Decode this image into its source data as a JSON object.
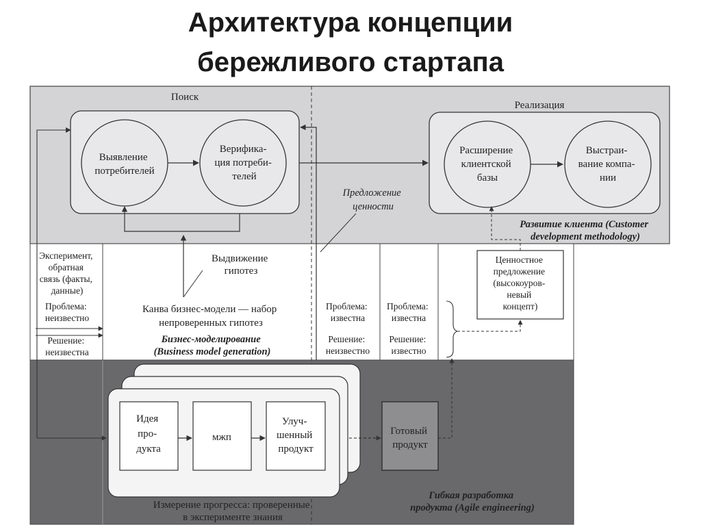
{
  "slide": {
    "title_line1": "Архитектура концепции",
    "title_line2": "бережливого стартапа"
  },
  "colors": {
    "search_bg": "#d4d4d6",
    "agile_bg": "#69696b",
    "panel_bg": "#e8e8ea",
    "line": "#333333"
  },
  "diagram": {
    "search": {
      "label": "Поиск",
      "circle1": [
        "Выявление",
        "потребителей"
      ],
      "circle2": [
        "Верифика-",
        "ция потреби-",
        "телей"
      ]
    },
    "execution": {
      "label": "Реализация",
      "circle1": [
        "Расширение",
        "клиентской",
        "базы"
      ],
      "circle2": [
        "Выстраи-",
        "вание компа-",
        "нии"
      ]
    },
    "value_proposition": [
      "Предложение",
      "ценности"
    ],
    "customer_dev": [
      "Развитие клиента (Customer",
      "development methodology)"
    ],
    "left_labels": {
      "feedback": [
        "Эксперимент,",
        "обратная",
        "связь (факты,",
        "данные)"
      ],
      "problem_unknown": [
        "Проблема:",
        "неизвестно"
      ],
      "solution_unknown": [
        "Решение:",
        "неизвестна"
      ]
    },
    "hypotheses": [
      "Выдвижение",
      "гипотез"
    ],
    "canvas": [
      "Канва бизнес-модели — набор",
      "непроверенных гипотез"
    ],
    "bmg": [
      "Бизнес-моделирование",
      "(Business model generation)"
    ],
    "col1": {
      "problem": [
        "Проблема:",
        "известна"
      ],
      "solution": [
        "Решение:",
        "неизвестно"
      ]
    },
    "col2": {
      "problem": [
        "Проблема:",
        "известна"
      ],
      "solution": [
        "Решение:",
        "известно"
      ]
    },
    "value_concept": [
      "Ценностное",
      "предложение",
      "(высокоуров-",
      "невый",
      "концепт)"
    ],
    "agile": {
      "idea": [
        "Идея",
        "про-",
        "дукта"
      ],
      "mvp": "мжп",
      "improved": [
        "Улуч-",
        "шенный",
        "продукт"
      ],
      "ready": [
        "Готовый",
        "продукт"
      ],
      "measure": [
        "Измерение прогресса: проверенные",
        "в эксперименте знания"
      ],
      "label": [
        "Гибкая разработка",
        "продукта (Agile engineering)"
      ]
    }
  }
}
